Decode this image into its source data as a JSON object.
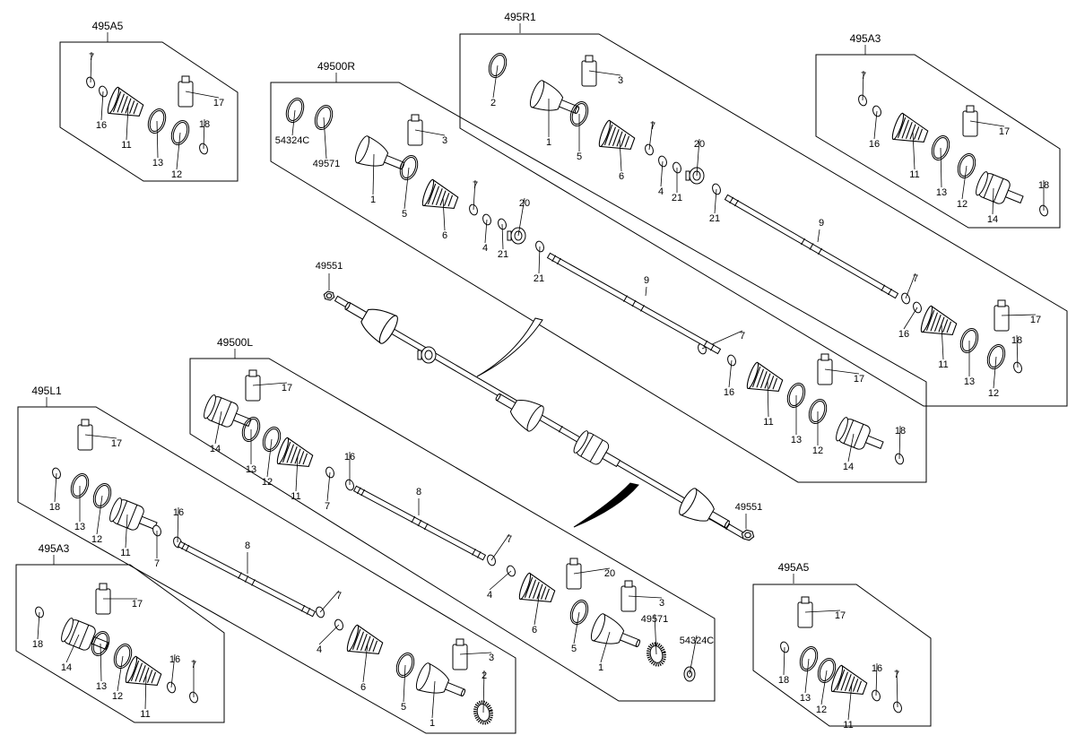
{
  "groups": [
    {
      "code": "495A5",
      "labels": [
        "7",
        "16",
        "11",
        "13",
        "12",
        "18",
        "17"
      ]
    },
    {
      "code": "49500R",
      "labels": [
        "54324C",
        "49571",
        "1",
        "5",
        "3",
        "6",
        "7",
        "4",
        "21",
        "20",
        "21",
        "9",
        "7",
        "16",
        "11",
        "13",
        "12",
        "17",
        "14",
        "18"
      ]
    },
    {
      "code": "495R1",
      "labels": [
        "2",
        "1",
        "5",
        "3",
        "6",
        "7",
        "4",
        "21",
        "20",
        "21",
        "9",
        "7",
        "16",
        "11",
        "13",
        "12",
        "17",
        "18"
      ]
    },
    {
      "code": "495A3",
      "labels": [
        "7",
        "16",
        "11",
        "13",
        "12",
        "14",
        "17",
        "18"
      ]
    },
    {
      "code": "49500L",
      "labels": [
        "14",
        "13",
        "12",
        "11",
        "17",
        "7",
        "16",
        "8",
        "7",
        "4",
        "6",
        "20",
        "5",
        "1",
        "3",
        "49571",
        "54324C"
      ]
    },
    {
      "code": "495L1",
      "labels": [
        "17",
        "18",
        "13",
        "12",
        "11",
        "7",
        "16",
        "8",
        "7",
        "4",
        "6",
        "5",
        "1",
        "3",
        "2"
      ]
    },
    {
      "code": "495A3",
      "labels": [
        "18",
        "17",
        "14",
        "13",
        "12",
        "11",
        "16",
        "7"
      ]
    },
    {
      "code": "495A5",
      "labels": [
        "17",
        "18",
        "13",
        "12",
        "11",
        "16",
        "7"
      ]
    }
  ],
  "assembly_labels": [
    "49551",
    "49551"
  ],
  "icons": [
    "constant-velocity-joint-icon",
    "boot-icon",
    "clamp-band-icon",
    "grease-tube-icon",
    "snap-ring-icon",
    "bearing-icon",
    "nut-icon",
    "axle-shaft-icon"
  ]
}
